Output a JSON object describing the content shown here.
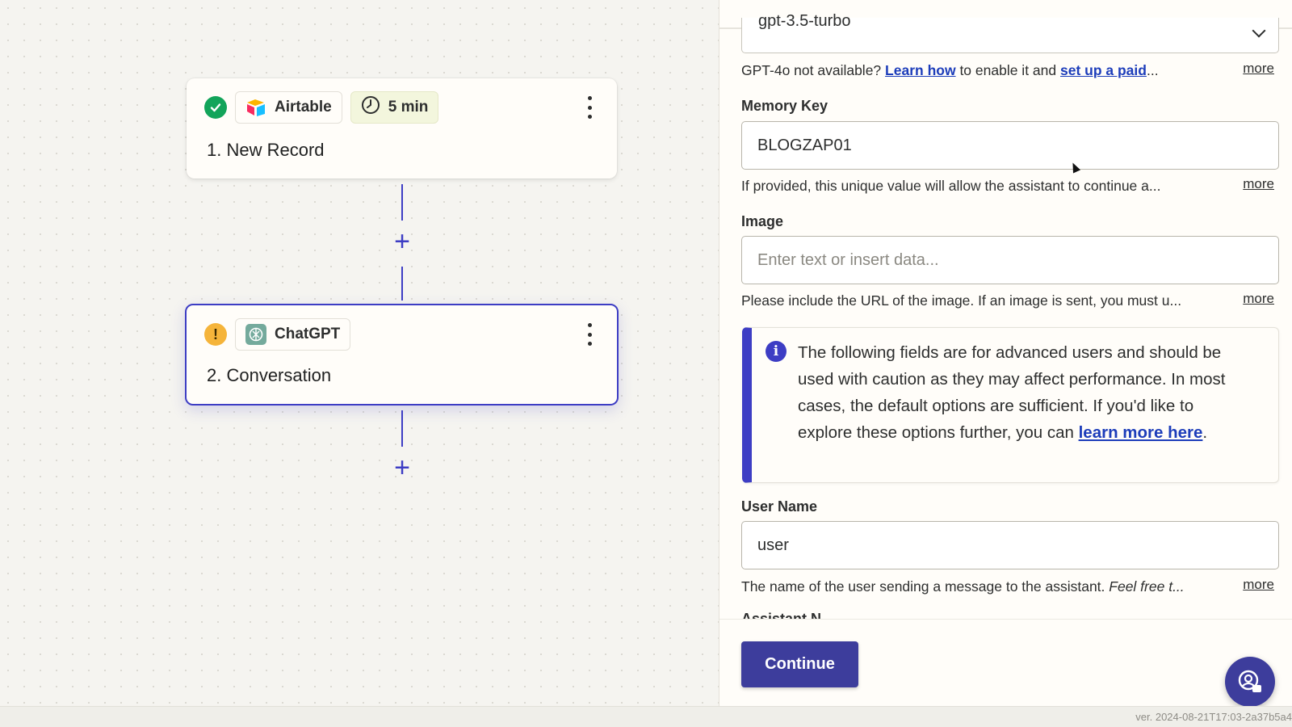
{
  "canvas": {
    "step1": {
      "app": "Airtable",
      "interval": "5 min",
      "title": "1. New Record",
      "status": "ok"
    },
    "step2": {
      "app": "ChatGPT",
      "title": "2. Conversation",
      "status": "warning"
    }
  },
  "panel": {
    "model": {
      "value": "gpt-3.5-turbo"
    },
    "model_help": {
      "prefix": "GPT-4o not available?",
      "link1": "Learn how",
      "middle": "to enable it and",
      "link2": "set up a paid",
      "suffix": "..."
    },
    "more_label": "more",
    "memory_key": {
      "label": "Memory Key",
      "value": "BLOGZAP01",
      "help": "If provided, this unique value will allow the assistant to continue a..."
    },
    "image": {
      "label": "Image",
      "placeholder": "Enter text or insert data...",
      "help": "Please include the URL of the image. If an image is sent, you must u..."
    },
    "callout": {
      "text": "The following fields are for advanced users and should be used with caution as they may affect performance. In most cases, the default options are sufficient. If you'd like to explore these options further, you can",
      "link": "learn more here",
      "end": "."
    },
    "user_name": {
      "label": "User Name",
      "value": "user",
      "help_plain": "The name of the user sending a message to the assistant.",
      "help_italic": "Feel free t..."
    },
    "next_label_peek": "Assistant N",
    "continue_label": "Continue"
  },
  "footer": {
    "version": "ver. 2024-08-21T17:03-2a37b5a4"
  },
  "colors": {
    "accent": "#3d3dc4",
    "button": "#3d3d9c",
    "success": "#12a45a",
    "warning": "#f5b43a",
    "link": "#1d3dba"
  },
  "icons": {
    "step1_status": "check-circle-icon",
    "step2_status": "exclamation-circle-icon",
    "step1_app": "airtable-logo",
    "step2_app": "chatgpt-logo",
    "interval": "clock-icon",
    "menu": "kebab-menu-icon",
    "add_step": "plus-icon",
    "callout": "info-icon",
    "dropdown": "chevron-down-icon",
    "support": "support-chat-icon"
  }
}
